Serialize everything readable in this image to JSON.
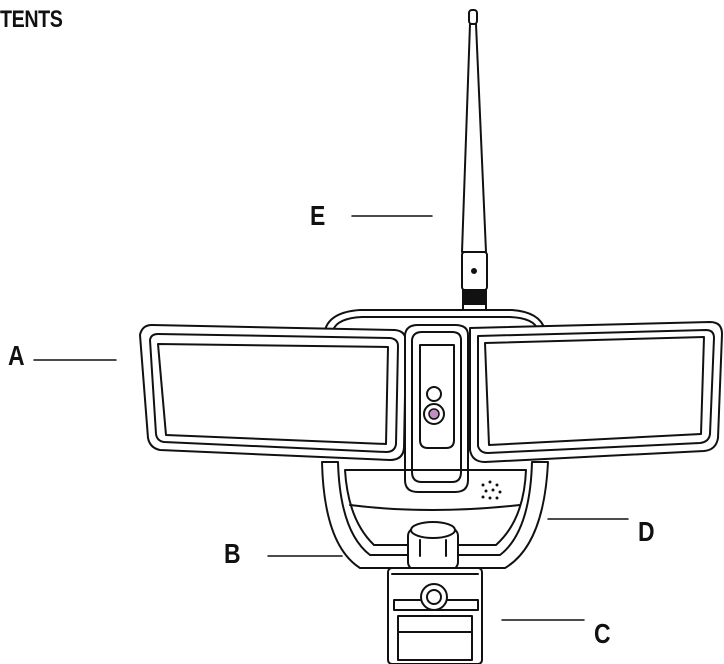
{
  "heading": "TENTS",
  "callouts": {
    "a": "A",
    "b": "B",
    "c": "C",
    "d": "D",
    "e": "E"
  }
}
